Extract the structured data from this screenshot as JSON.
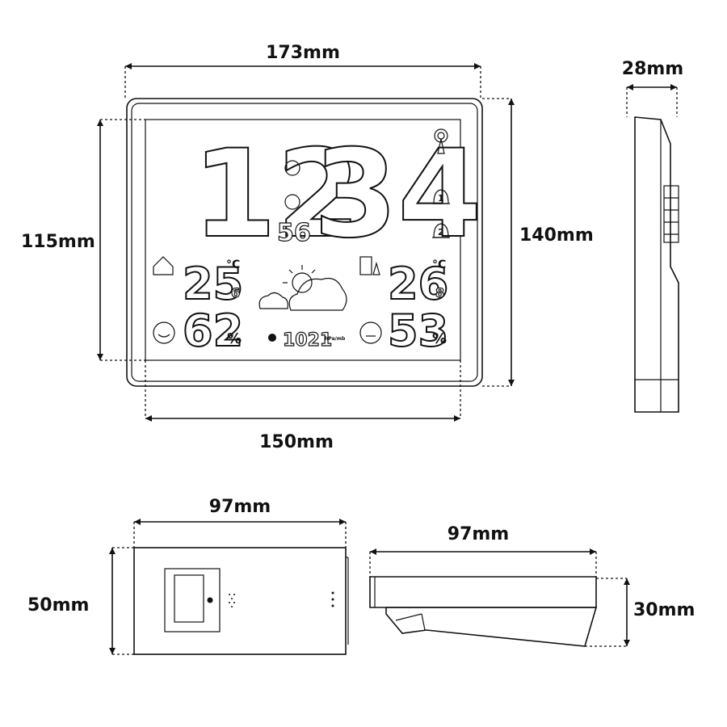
{
  "dimensions": {
    "front_width": "173mm",
    "front_height": "140mm",
    "screen_width": "150mm",
    "screen_height": "115mm",
    "side_depth": "28mm",
    "sensor_front_width": "97mm",
    "sensor_front_height": "50mm",
    "sensor_side_width": "97mm",
    "sensor_side_height": "30mm"
  },
  "display": {
    "hour": "12",
    "minute": "34",
    "seconds": "56",
    "indoor_temp_main": "25",
    "indoor_temp_decimal": "6",
    "indoor_temp_unit": "°C",
    "indoor_humidity": "62",
    "outdoor_temp_main": "26",
    "outdoor_temp_decimal": "8",
    "outdoor_temp_unit": "°C",
    "outdoor_humidity": "53",
    "humidity_unit": "%",
    "pressure": "1021",
    "pressure_unit": "hPa/mb",
    "alarm1": "1",
    "alarm2": "2"
  }
}
